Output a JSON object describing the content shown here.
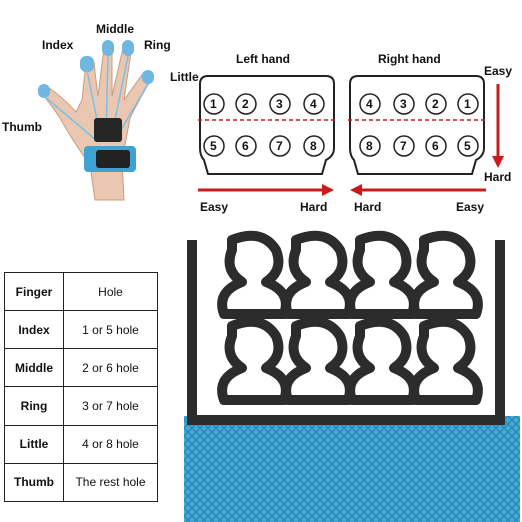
{
  "hand_labels": {
    "index": "Index",
    "middle": "Middle",
    "ring": "Ring",
    "little": "Little",
    "thumb": "Thumb"
  },
  "diagram": {
    "left_title": "Left hand",
    "right_title": "Right hand",
    "left_numbers_top": [
      "1",
      "2",
      "3",
      "4"
    ],
    "left_numbers_bottom": [
      "5",
      "6",
      "7",
      "8"
    ],
    "right_numbers_top": [
      "4",
      "3",
      "2",
      "1"
    ],
    "right_numbers_bottom": [
      "8",
      "7",
      "6",
      "5"
    ],
    "left_arrow": {
      "start": "Easy",
      "end": "Hard"
    },
    "right_arrow": {
      "start": "Hard",
      "end": "Easy"
    },
    "vertical_arrow": {
      "top": "Easy",
      "bottom": "Hard"
    }
  },
  "table": {
    "headers": [
      "Finger",
      "Hole"
    ],
    "rows": [
      [
        "Index",
        "1 or 5 hole"
      ],
      [
        "Middle",
        "2 or 6 hole"
      ],
      [
        "Ring",
        "3 or 7 hole"
      ],
      [
        "Little",
        "4 or 8 hole"
      ],
      [
        "Thumb",
        "The rest hole"
      ]
    ]
  },
  "colors": {
    "accent_red": "#c91b1b",
    "strap_blue": "#3ea3d2",
    "band_dark": "#2b2b2b"
  }
}
